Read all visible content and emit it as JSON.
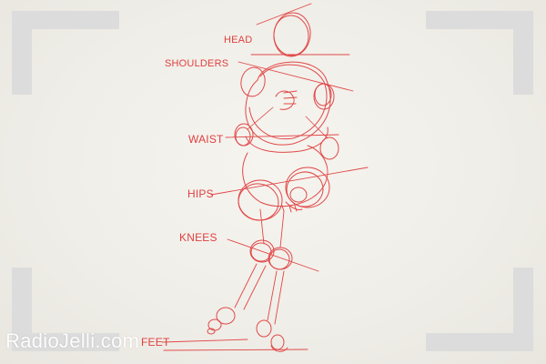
{
  "labels": {
    "head": "HEAD",
    "shoulders": "SHOULDERS",
    "waist": "WAIST",
    "hips": "HIPS",
    "knees": "KNEES",
    "feet": "FEET"
  },
  "watermark": "RadioJelli.com",
  "colors": {
    "sketch_red": "#e04848",
    "frame_gray": "#dcdcdc",
    "background": "#f1efe9"
  }
}
